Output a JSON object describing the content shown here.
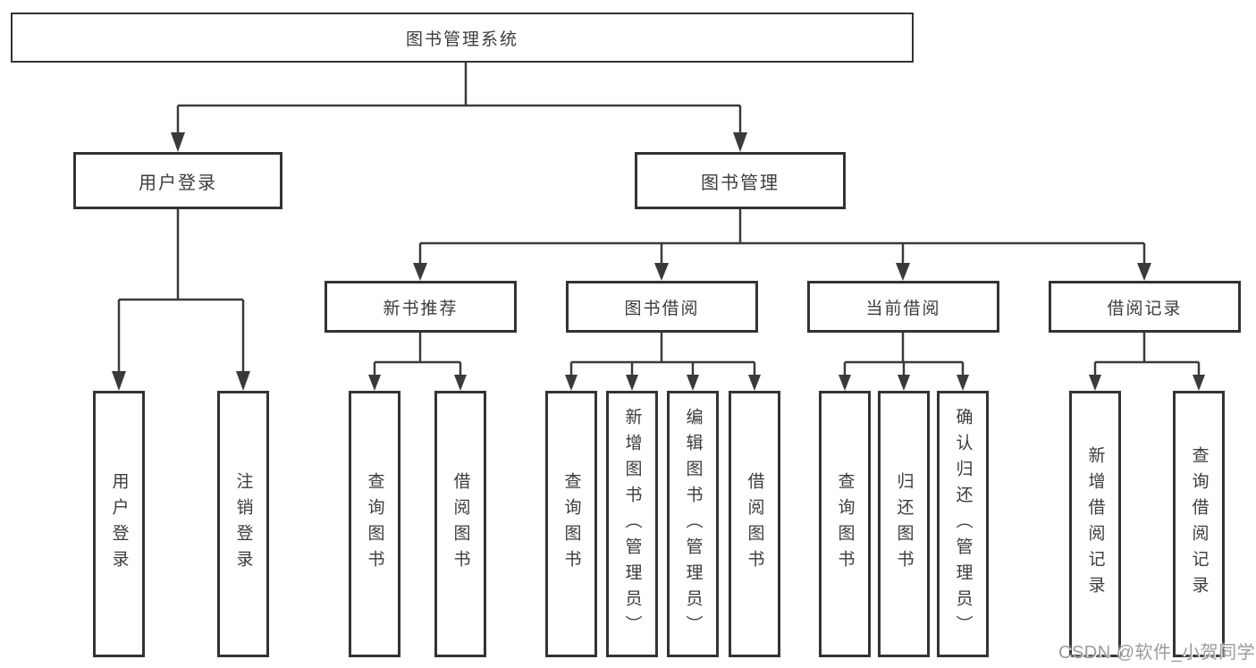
{
  "tree": {
    "root": {
      "label": "图书管理系统"
    },
    "level2": [
      {
        "label": "用户登录",
        "children": [
          {
            "label": "用户登录"
          },
          {
            "label": "注销登录"
          }
        ]
      },
      {
        "label": "图书管理",
        "children": [
          {
            "label": "新书推荐",
            "children": [
              {
                "label": "查询图书"
              },
              {
                "label": "借阅图书"
              }
            ]
          },
          {
            "label": "图书借阅",
            "children": [
              {
                "label": "查询图书"
              },
              {
                "label": "新增图书（管理员）"
              },
              {
                "label": "编辑图书（管理员）"
              },
              {
                "label": "借阅图书"
              }
            ]
          },
          {
            "label": "当前借阅",
            "children": [
              {
                "label": "查询图书"
              },
              {
                "label": "归还图书"
              },
              {
                "label": "确认归还（管理员）"
              }
            ]
          },
          {
            "label": "借阅记录",
            "children": [
              {
                "label": "新增借阅记录"
              },
              {
                "label": "查询借阅记录"
              }
            ]
          }
        ]
      }
    ]
  },
  "watermark": {
    "text": "CSDN @软件_小贺同学"
  },
  "colors": {
    "background": "#ffffff",
    "line": "#3a3a3a",
    "box_border": "#333333",
    "text": "#3c3c3c",
    "watermark_text": "#969696"
  }
}
